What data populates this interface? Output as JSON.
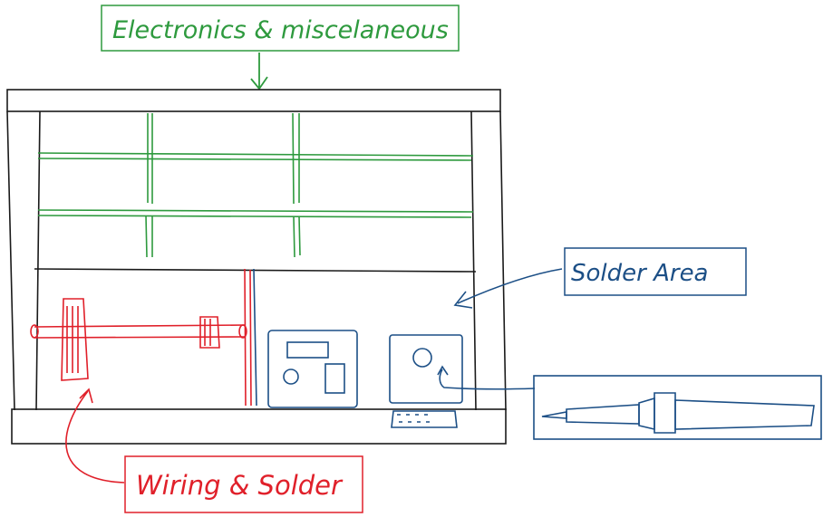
{
  "labels": {
    "electronics": "Electronics & miscelaneous",
    "solder_area": "Solder Area",
    "wiring": "Wiring & Solder"
  },
  "colors": {
    "ink": "#1a1a1a",
    "green": "#2e9a3e",
    "red": "#e0202a",
    "blue": "#1c4f86"
  }
}
